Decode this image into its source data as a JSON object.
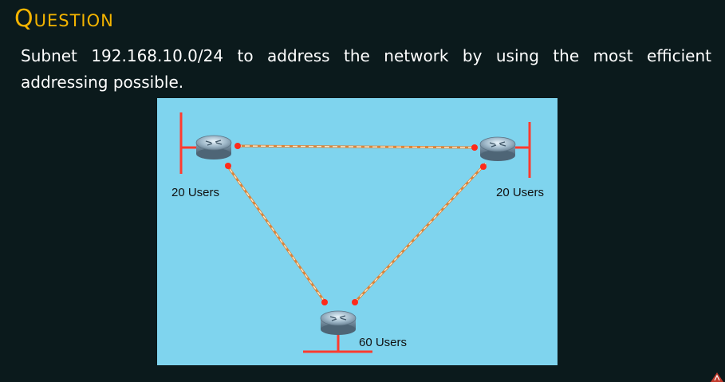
{
  "slide": {
    "title": "Question",
    "question_text": "Subnet 192.168.10.0/24 to address the network by using the most efficient addressing possible."
  },
  "diagram": {
    "background_color": "#7fd4ee",
    "link_color": "#d9843a",
    "lan_color": "#ff3b2f",
    "routers": [
      {
        "name": "router-left"
      },
      {
        "name": "router-right"
      },
      {
        "name": "router-bottom"
      }
    ],
    "lans": [
      {
        "label": "20 Users"
      },
      {
        "label": "20 Users"
      },
      {
        "label": "60 Users"
      }
    ]
  },
  "colors": {
    "title": "#f4b400",
    "background": "#0b1a1c",
    "text": "#ffffff"
  }
}
